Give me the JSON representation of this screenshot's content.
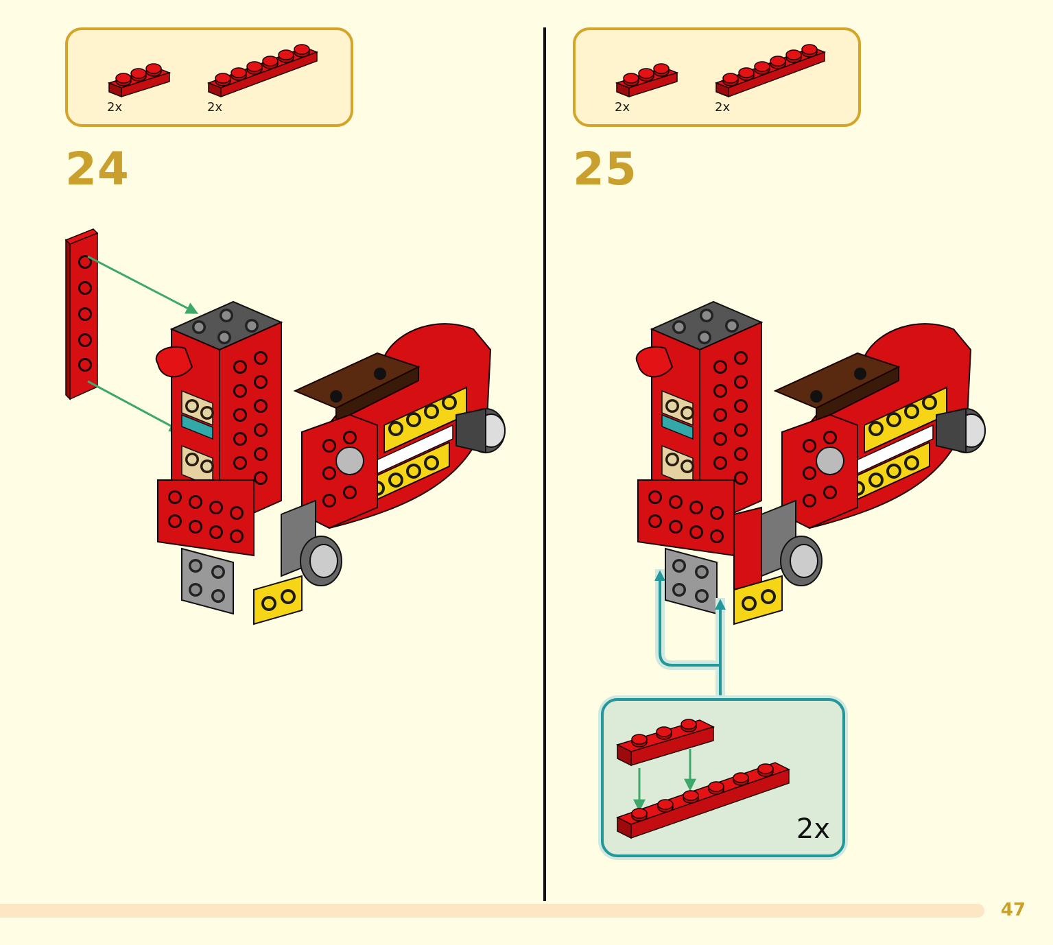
{
  "steps": [
    {
      "number": "24",
      "parts": [
        {
          "name": "plate-1x3-red",
          "quantity": "2x"
        },
        {
          "name": "plate-1x6-red",
          "quantity": "2x"
        }
      ]
    },
    {
      "number": "25",
      "parts": [
        {
          "name": "plate-1x3-red",
          "quantity": "2x"
        },
        {
          "name": "plate-1x6-red",
          "quantity": "2x"
        }
      ],
      "callout": {
        "quantity": "2x"
      }
    }
  ],
  "page": {
    "number": "47"
  },
  "colors": {
    "background": "#fffde3",
    "parts_box_border": "#d4a52a",
    "parts_box_fill": "#fff4cd",
    "step_number": "#c9a02e",
    "brick_red": "#d50f12",
    "callout_border": "#24979a",
    "callout_fill": "#dcebd7",
    "arrow_green": "#3ea86a",
    "progress_track": "#fde6c4"
  }
}
